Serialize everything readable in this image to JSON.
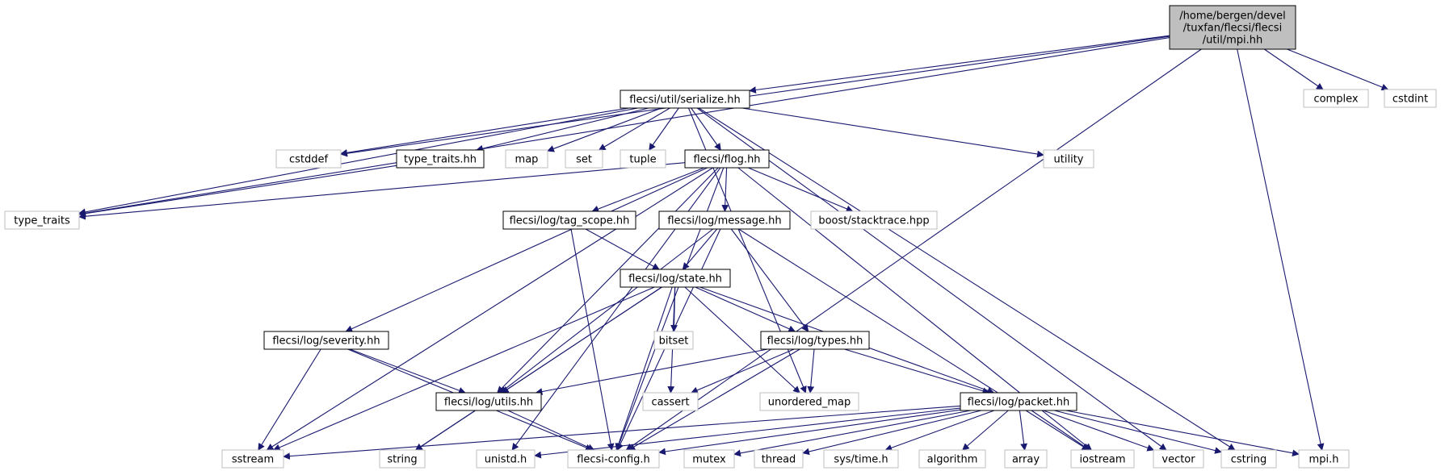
{
  "colors": {
    "edge": "#191970",
    "root_fill": "#bfbfbf",
    "node_border": "#000000",
    "external_border": "#bfbfbf",
    "text": "#000000"
  },
  "nodes": [
    {
      "id": "root",
      "lines": [
        "/home/bergen/devel",
        "/tuxfan/flecsi/flecsi",
        "/util/mpi.hh"
      ],
      "kind": "root"
    },
    {
      "id": "serialize",
      "lines": [
        "flecsi/util/serialize.hh"
      ],
      "kind": "header"
    },
    {
      "id": "complex",
      "lines": [
        "complex"
      ],
      "kind": "external"
    },
    {
      "id": "cstdint",
      "lines": [
        "cstdint"
      ],
      "kind": "external"
    },
    {
      "id": "cstddef",
      "lines": [
        "cstddef"
      ],
      "kind": "external"
    },
    {
      "id": "type_traits_hh",
      "lines": [
        "type_traits.hh"
      ],
      "kind": "header"
    },
    {
      "id": "map",
      "lines": [
        "map"
      ],
      "kind": "external"
    },
    {
      "id": "set",
      "lines": [
        "set"
      ],
      "kind": "external"
    },
    {
      "id": "tuple",
      "lines": [
        "tuple"
      ],
      "kind": "external"
    },
    {
      "id": "flog",
      "lines": [
        "flecsi/flog.hh"
      ],
      "kind": "header"
    },
    {
      "id": "utility",
      "lines": [
        "utility"
      ],
      "kind": "external"
    },
    {
      "id": "type_traits",
      "lines": [
        "type_traits"
      ],
      "kind": "external"
    },
    {
      "id": "tag_scope",
      "lines": [
        "flecsi/log/tag_scope.hh"
      ],
      "kind": "header"
    },
    {
      "id": "message",
      "lines": [
        "flecsi/log/message.hh"
      ],
      "kind": "header"
    },
    {
      "id": "stacktrace",
      "lines": [
        "boost/stacktrace.hpp"
      ],
      "kind": "external"
    },
    {
      "id": "state",
      "lines": [
        "flecsi/log/state.hh"
      ],
      "kind": "header"
    },
    {
      "id": "severity",
      "lines": [
        "flecsi/log/severity.hh"
      ],
      "kind": "header"
    },
    {
      "id": "bitset",
      "lines": [
        "bitset"
      ],
      "kind": "external"
    },
    {
      "id": "types",
      "lines": [
        "flecsi/log/types.hh"
      ],
      "kind": "header"
    },
    {
      "id": "utils",
      "lines": [
        "flecsi/log/utils.hh"
      ],
      "kind": "header"
    },
    {
      "id": "cassert",
      "lines": [
        "cassert"
      ],
      "kind": "external"
    },
    {
      "id": "unordered_map",
      "lines": [
        "unordered_map"
      ],
      "kind": "external"
    },
    {
      "id": "packet",
      "lines": [
        "flecsi/log/packet.hh"
      ],
      "kind": "header"
    },
    {
      "id": "sstream",
      "lines": [
        "sstream"
      ],
      "kind": "external"
    },
    {
      "id": "string",
      "lines": [
        "string"
      ],
      "kind": "external"
    },
    {
      "id": "unistd",
      "lines": [
        "unistd.h"
      ],
      "kind": "external"
    },
    {
      "id": "config",
      "lines": [
        "flecsi-config.h"
      ],
      "kind": "external"
    },
    {
      "id": "mutex",
      "lines": [
        "mutex"
      ],
      "kind": "external"
    },
    {
      "id": "thread",
      "lines": [
        "thread"
      ],
      "kind": "external"
    },
    {
      "id": "systime",
      "lines": [
        "sys/time.h"
      ],
      "kind": "external"
    },
    {
      "id": "algorithm",
      "lines": [
        "algorithm"
      ],
      "kind": "external"
    },
    {
      "id": "array",
      "lines": [
        "array"
      ],
      "kind": "external"
    },
    {
      "id": "iostream",
      "lines": [
        "iostream"
      ],
      "kind": "external"
    },
    {
      "id": "vector",
      "lines": [
        "vector"
      ],
      "kind": "external"
    },
    {
      "id": "cstring",
      "lines": [
        "cstring"
      ],
      "kind": "external"
    },
    {
      "id": "mpih",
      "lines": [
        "mpi.h"
      ],
      "kind": "external"
    }
  ],
  "edges": [
    [
      "root",
      "serialize"
    ],
    [
      "root",
      "complex"
    ],
    [
      "root",
      "cstdint"
    ],
    [
      "root",
      "cstddef"
    ],
    [
      "root",
      "type_traits"
    ],
    [
      "root",
      "config"
    ],
    [
      "root",
      "mpih"
    ],
    [
      "serialize",
      "cstddef"
    ],
    [
      "serialize",
      "type_traits_hh"
    ],
    [
      "serialize",
      "map"
    ],
    [
      "serialize",
      "set"
    ],
    [
      "serialize",
      "tuple"
    ],
    [
      "serialize",
      "flog"
    ],
    [
      "serialize",
      "utility"
    ],
    [
      "serialize",
      "type_traits"
    ],
    [
      "serialize",
      "unordered_map"
    ],
    [
      "serialize",
      "vector"
    ],
    [
      "serialize",
      "cstring"
    ],
    [
      "type_traits_hh",
      "type_traits"
    ],
    [
      "flog",
      "type_traits"
    ],
    [
      "flog",
      "tag_scope"
    ],
    [
      "flog",
      "message"
    ],
    [
      "flog",
      "stacktrace"
    ],
    [
      "flog",
      "severity"
    ],
    [
      "flog",
      "utils"
    ],
    [
      "flog",
      "sstream"
    ],
    [
      "flog",
      "unistd"
    ],
    [
      "flog",
      "config"
    ],
    [
      "flog",
      "iostream"
    ],
    [
      "tag_scope",
      "state"
    ],
    [
      "tag_scope",
      "config"
    ],
    [
      "message",
      "state"
    ],
    [
      "message",
      "types"
    ],
    [
      "message",
      "utils"
    ],
    [
      "message",
      "config"
    ],
    [
      "message",
      "iostream"
    ],
    [
      "state",
      "bitset"
    ],
    [
      "state",
      "types"
    ],
    [
      "state",
      "utils"
    ],
    [
      "state",
      "cassert"
    ],
    [
      "state",
      "unordered_map"
    ],
    [
      "state",
      "packet"
    ],
    [
      "state",
      "sstream"
    ],
    [
      "state",
      "string"
    ],
    [
      "state",
      "config"
    ],
    [
      "severity",
      "utils"
    ],
    [
      "severity",
      "sstream"
    ],
    [
      "severity",
      "config"
    ],
    [
      "types",
      "utils"
    ],
    [
      "types",
      "cassert"
    ],
    [
      "types",
      "unordered_map"
    ],
    [
      "types",
      "packet"
    ],
    [
      "types",
      "config"
    ],
    [
      "utils",
      "string"
    ],
    [
      "utils",
      "config"
    ],
    [
      "packet",
      "config"
    ],
    [
      "packet",
      "sstream"
    ],
    [
      "packet",
      "unistd"
    ],
    [
      "packet",
      "mutex"
    ],
    [
      "packet",
      "thread"
    ],
    [
      "packet",
      "systime"
    ],
    [
      "packet",
      "algorithm"
    ],
    [
      "packet",
      "array"
    ],
    [
      "packet",
      "iostream"
    ],
    [
      "packet",
      "vector"
    ],
    [
      "packet",
      "cstring"
    ],
    [
      "packet",
      "mpih"
    ]
  ]
}
